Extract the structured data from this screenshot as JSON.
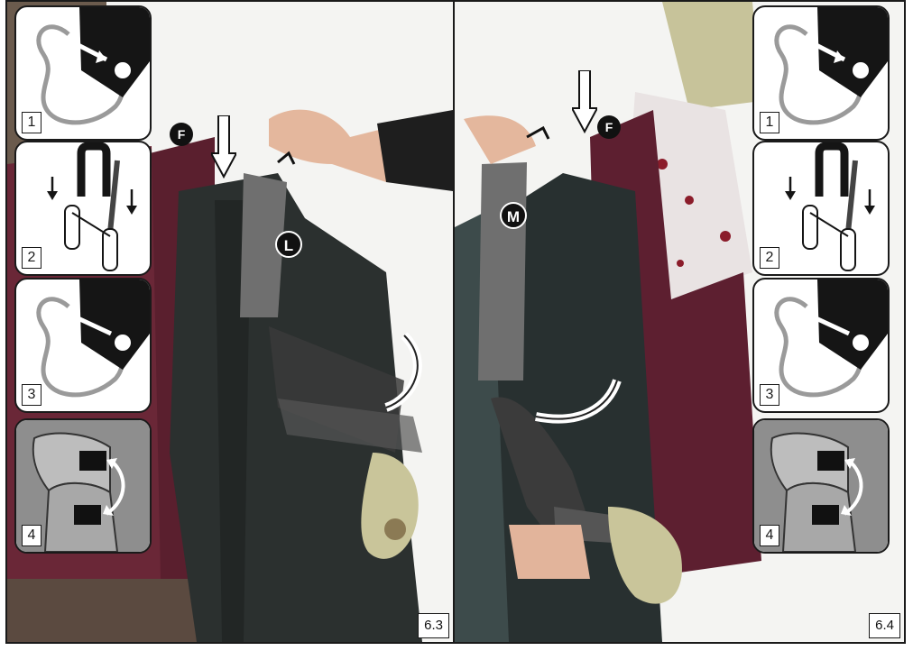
{
  "figures": [
    {
      "number": "6.3",
      "callouts": {
        "part": "L",
        "hook": "F"
      },
      "steps": [
        {
          "number": "1",
          "icon": "hook-insert-icon"
        },
        {
          "number": "2",
          "icon": "hook-drop-icon"
        },
        {
          "number": "3",
          "icon": "hook-remove-icon"
        },
        {
          "number": "4",
          "icon": "velcro-fasten-icon"
        }
      ]
    },
    {
      "number": "6.4",
      "callouts": {
        "part": "M",
        "hook": "F"
      },
      "steps": [
        {
          "number": "1",
          "icon": "hook-insert-icon"
        },
        {
          "number": "2",
          "icon": "hook-drop-icon"
        },
        {
          "number": "3",
          "icon": "hook-remove-icon"
        },
        {
          "number": "4",
          "icon": "velcro-fasten-icon"
        }
      ]
    }
  ]
}
